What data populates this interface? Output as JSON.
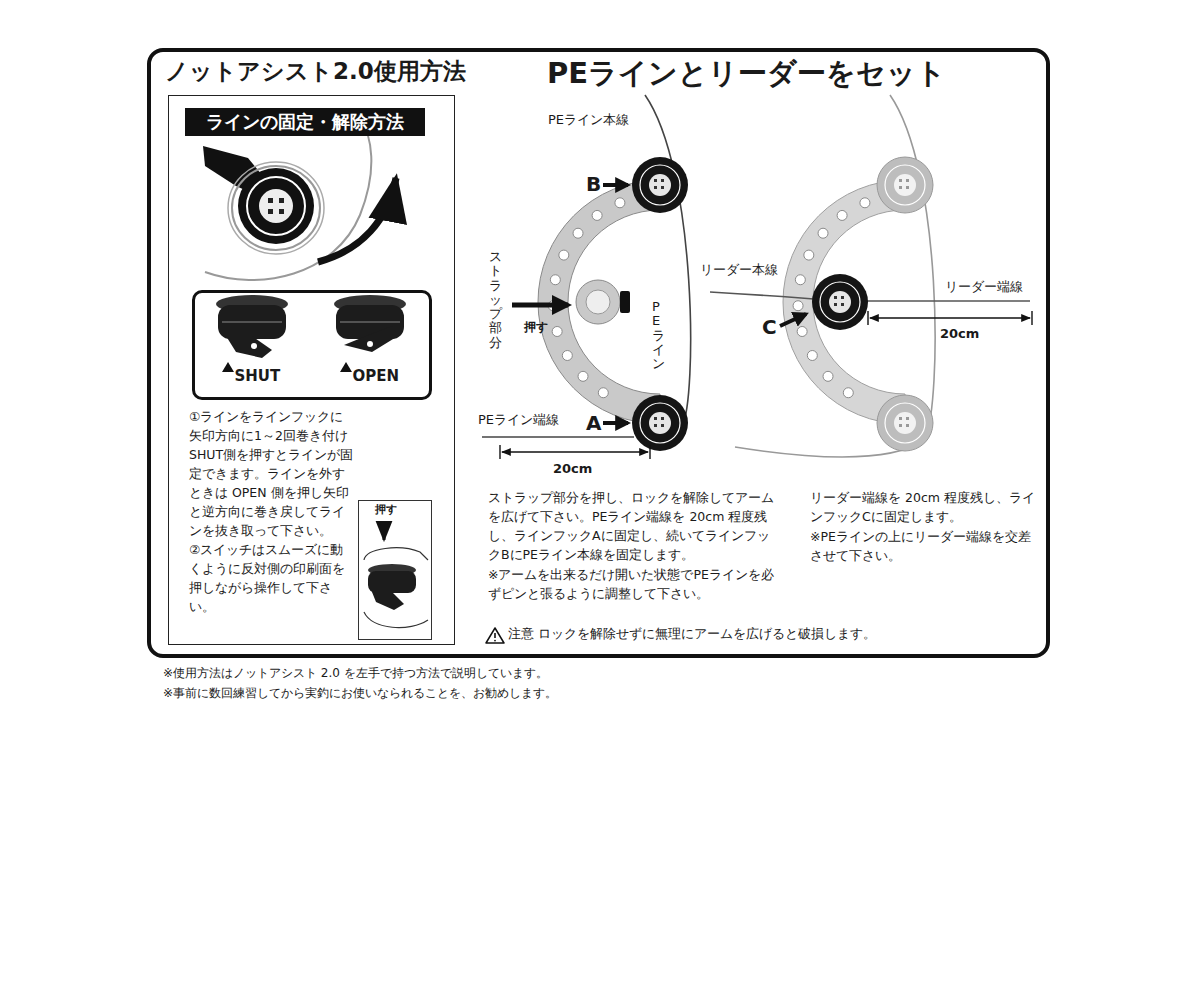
{
  "diagram": {
    "nodes": [
      {
        "text": [
          "ノットアシスト2.0使用方法",
          "PEラインとリーダーをセット"
        ]
      },
      {
        "text": [
          "①ラインをラインフックに矢印方向に1～2回巻き付けSHUT側を押すとラインが固定できます。ラインを外すときは OPEN 側を押し矢印と逆方向に巻き戻してラインを抜き取って下さい。",
          "②スイッチはスムーズに動くように反対側の印刷面を押しながら操作して下さい。"
        ],
        "in": 0
      },
      {
        "text": [
          "ラインの固定・解除方法"
        ],
        "in": 1
      },
      {
        "text": [
          "SHUT",
          "OPEN"
        ],
        "in": 1
      },
      {
        "text": [
          "押す"
        ],
        "in": 1
      }
    ],
    "labels": [
      "PEライン本線",
      "B",
      "ストラップ部分",
      "押す",
      "PEライン",
      "PEライン端線",
      "A",
      "20cm",
      "リーダー本線",
      "リーダー端線",
      "C",
      "20cm",
      "ストラップ部分を押し、ロックを解除してアームを広げて下さい。PEライン端線を 20cm 程度残し、ラインフックAに固定し、続いてラインフックBにPEライン本線を固定します。",
      "※アームを出来るだけ開いた状態でPEラインを必ずピンと張るように調整して下さい。",
      "リーダー端線を 20cm 程度残し、ラインフックCに固定します。",
      "※PEラインの上にリーダー端線を交差させて下さい。",
      "注意 ロックを解除せずに無理にアームを広げると破損します。",
      "※使用方法はノットアシスト 2.0 を左手で持つ方法で説明しています。",
      "※事前に数回練習してから実釣にお使いなられることを、お勧めします。"
    ]
  }
}
